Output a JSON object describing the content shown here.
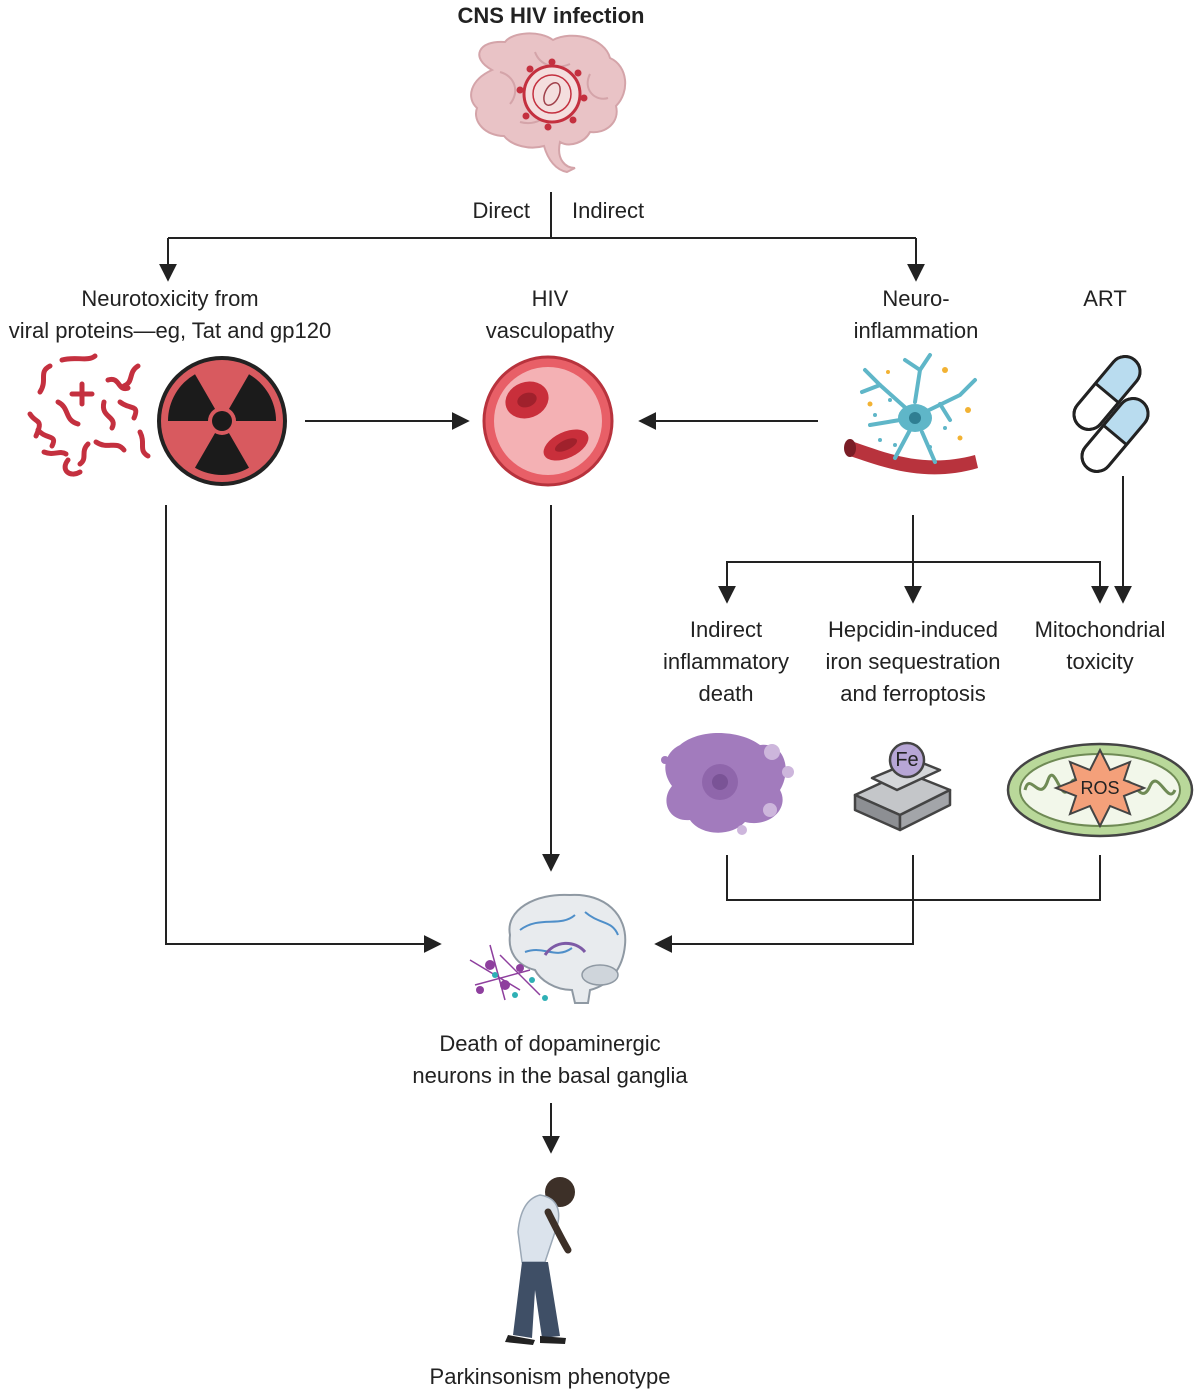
{
  "title": "CNS HIV infection",
  "branches": {
    "direct": "Direct",
    "indirect": "Indirect"
  },
  "nodes": {
    "neurotoxicity": [
      "Neurotoxicity from",
      "viral proteins—eg, Tat and gp120"
    ],
    "vasculopathy": [
      "HIV",
      "vasculopathy"
    ],
    "neuroinflammation": [
      "Neuro-",
      "inflammation"
    ],
    "art": [
      "ART"
    ],
    "inflammatory_death": [
      "Indirect",
      "inflammatory",
      "death"
    ],
    "ferroptosis": [
      "Hepcidin-induced",
      "iron sequestration",
      "and ferroptosis"
    ],
    "mito_toxicity": [
      "Mitochondrial",
      "toxicity"
    ],
    "dopaminergic_death": [
      "Death of dopaminergic",
      "neurons in the basal ganglia"
    ],
    "phenotype": [
      "Parkinsonism phenotype"
    ]
  },
  "icon_text": {
    "iron": "Fe",
    "ros": "ROS"
  },
  "colors": {
    "arrow": "#222222",
    "virus_red": "#c4303f",
    "brain_pink": "#e9c3c6",
    "vessel_red": "#d9434f",
    "microglia_blue": "#5fb6c8",
    "cell_purple": "#a27bbd",
    "mito_green": "#b9d89a",
    "ros_orange": "#f4a07a"
  }
}
